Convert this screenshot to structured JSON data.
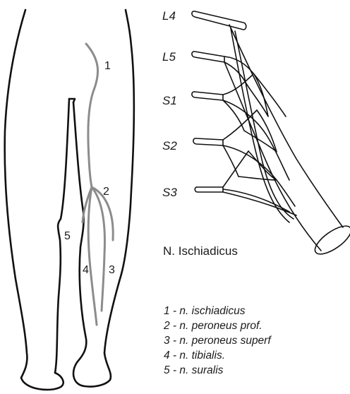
{
  "leg_labels": [
    "1",
    "2",
    "3",
    "4",
    "5"
  ],
  "root_labels": [
    "L4",
    "L5",
    "S1",
    "S2",
    "S3"
  ],
  "caption": "N. Ischiadicus",
  "legend": [
    "1 - n. ischiadicus",
    "2 - n. peroneus prof.",
    "3 - n. peroneus superf",
    "4 - n. tibialis.",
    "5 - n. suralis"
  ],
  "colors": {
    "outline": "#111111",
    "nerve_gray": "#8c8c8c",
    "text": "#1a1a1a"
  }
}
